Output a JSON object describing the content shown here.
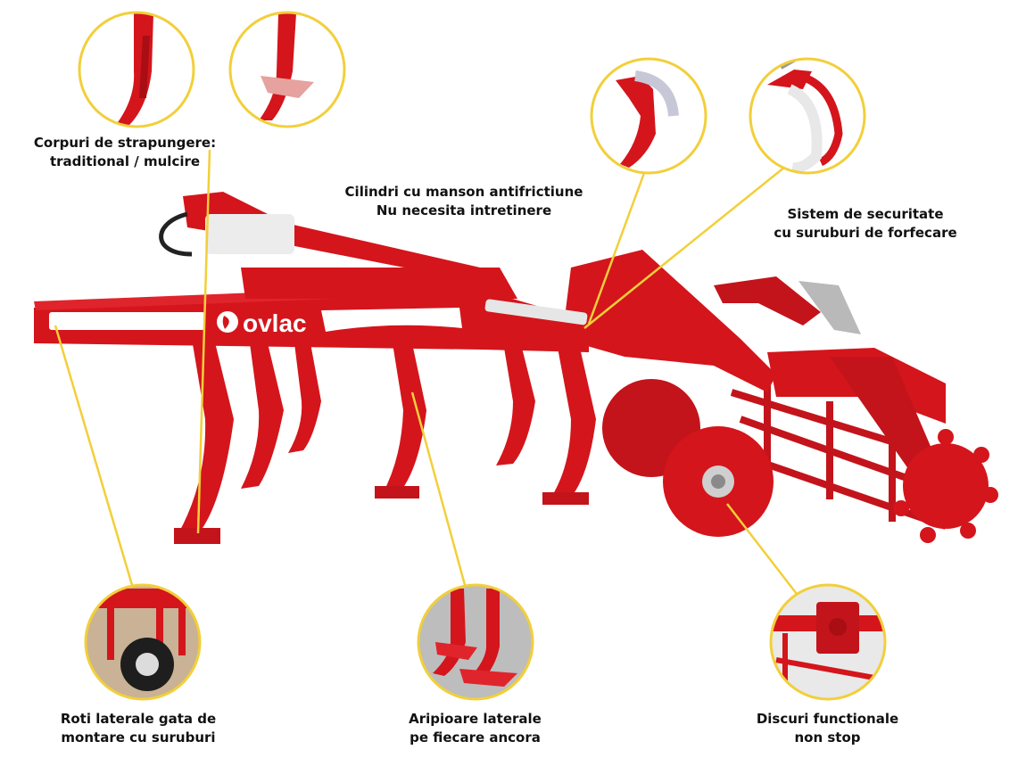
{
  "brand": {
    "logo_text": "ovlac"
  },
  "labels": {
    "bodies": [
      "Corpuri de strapungere:",
      "traditional / mulcire"
    ],
    "cylinders": [
      "Cilindri cu manson antifrictiune",
      "Nu necesita intretinere"
    ],
    "safety": [
      "Sistem de securitate",
      "cu suruburi de forfecare"
    ],
    "wheels": [
      "Roti laterale gata de",
      "montare cu suruburi"
    ],
    "wings": [
      "Aripioare laterale",
      "pe fiecare ancora"
    ],
    "discs": [
      "Discuri functionale",
      "non stop"
    ]
  },
  "colors": {
    "callout_ring": "#f2cf3a",
    "machine_red": "#d4151c",
    "machine_dark_red": "#a80e14",
    "label_text": "#111111"
  },
  "icons": {
    "logo_mark": "leaf-icon"
  }
}
